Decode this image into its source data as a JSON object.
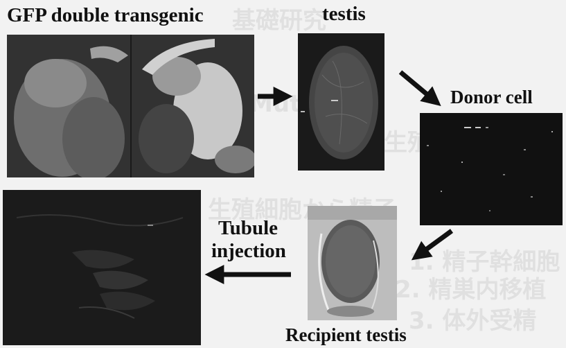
{
  "labels": {
    "title": "GFP double transgenic",
    "testis": "testis",
    "donor_cell": "Donor cell",
    "tubule_injection_line1": "Tubule",
    "tubule_injection_line2": "injection",
    "recipient_testis": "Recipient testis"
  },
  "background_text": {
    "heading": "基礎研究",
    "line1": "Mutation",
    "line2": "を生殖細胞に導入",
    "line3": "生殖細胞から精子",
    "item1": "1. 精子幹細胞",
    "item2": "2. 精巣内移植",
    "item3": "3. 体外受精"
  },
  "colors": {
    "background": "#f2f2f2",
    "text": "#111111",
    "arrow": "#111111"
  }
}
